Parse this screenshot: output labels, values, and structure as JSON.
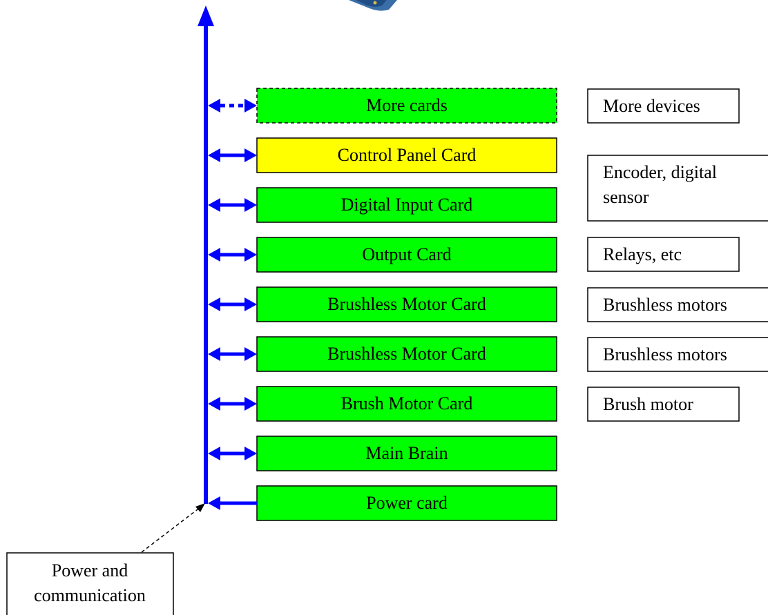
{
  "cards": [
    {
      "id": "more-cards",
      "label": "More cards",
      "color": "#00ff00",
      "dashed": true,
      "link": "dashed-both"
    },
    {
      "id": "control-panel-card",
      "label": "Control Panel Card",
      "color": "#ffff00",
      "dashed": false,
      "link": "both"
    },
    {
      "id": "digital-input-card",
      "label": "Digital Input Card",
      "color": "#00ff00",
      "dashed": false,
      "link": "both"
    },
    {
      "id": "output-card",
      "label": "Output Card",
      "color": "#00ff00",
      "dashed": false,
      "link": "both"
    },
    {
      "id": "brushless-motor-card-1",
      "label": "Brushless Motor Card",
      "color": "#00ff00",
      "dashed": false,
      "link": "both"
    },
    {
      "id": "brushless-motor-card-2",
      "label": "Brushless Motor Card",
      "color": "#00ff00",
      "dashed": false,
      "link": "both"
    },
    {
      "id": "brush-motor-card",
      "label": "Brush Motor Card",
      "color": "#00ff00",
      "dashed": false,
      "link": "both"
    },
    {
      "id": "main-brain",
      "label": "Main Brain",
      "color": "#00ff00",
      "dashed": false,
      "link": "both"
    },
    {
      "id": "power-card",
      "label": "Power card",
      "color": "#00ff00",
      "dashed": false,
      "link": "to-bus"
    }
  ],
  "devices": [
    {
      "id": "more-devices",
      "lines": [
        "More devices"
      ]
    },
    {
      "id": "encoder-digital-sensor",
      "lines": [
        "Encoder, digital",
        "sensor"
      ]
    },
    {
      "id": "relays",
      "lines": [
        "Relays, etc"
      ]
    },
    {
      "id": "brushless-motors-1",
      "lines": [
        "Brushless motors"
      ]
    },
    {
      "id": "brushless-motors-2",
      "lines": [
        "Brushless motors"
      ]
    },
    {
      "id": "brush-motor",
      "lines": [
        "Brush motor"
      ]
    }
  ],
  "bus_label": {
    "lines": [
      "Power and",
      "communication"
    ]
  },
  "colors": {
    "bus": "#0000ff",
    "card_green": "#00ff00",
    "card_yellow": "#ffff00",
    "border": "#000000"
  }
}
